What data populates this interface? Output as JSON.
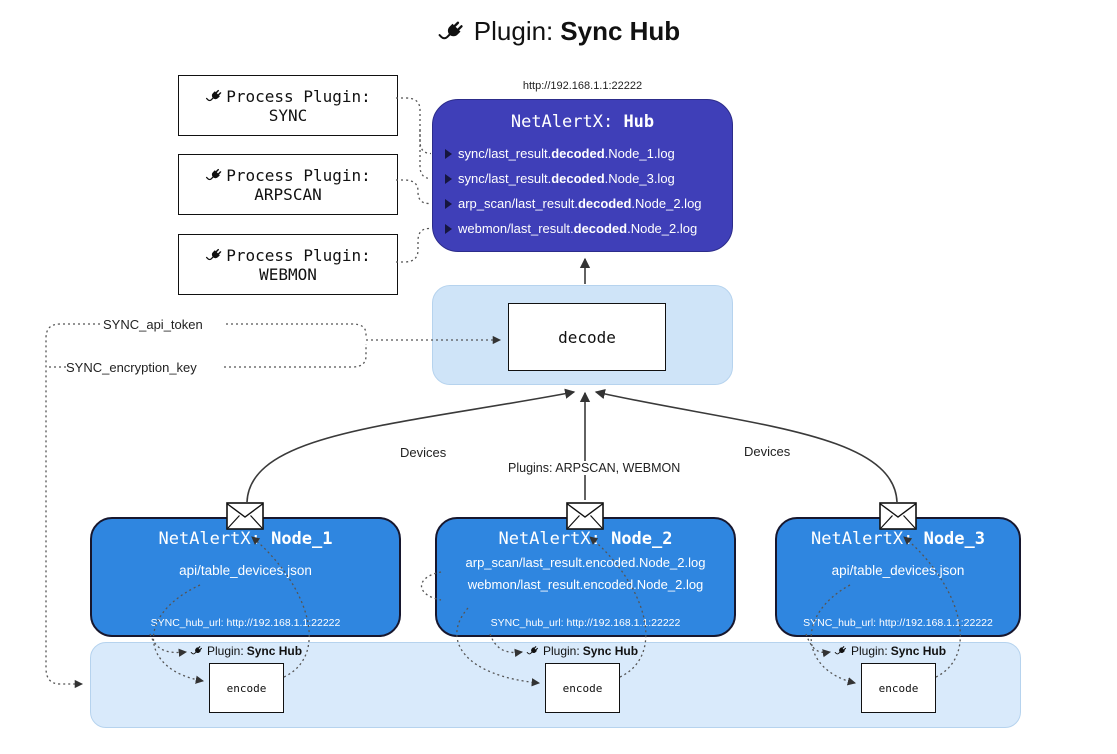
{
  "title": {
    "prefix": "Plugin: ",
    "bold": "Sync Hub"
  },
  "icons": {
    "plug": "🔌",
    "envelope": "✉",
    "arrowhead": "▶"
  },
  "process_plugins": [
    {
      "label": "Process Plugin:",
      "name": "SYNC"
    },
    {
      "label": "Process Plugin:",
      "name": "ARPSCAN"
    },
    {
      "label": "Process Plugin:",
      "name": "WEBMON"
    }
  ],
  "hub": {
    "url": "http://192.168.1.1:22222",
    "title_prefix": "NetAlertX: ",
    "title_bold": "Hub",
    "logs": [
      {
        "pre": "sync/last_result.",
        "bold": "decoded",
        "post": ".Node_1.log"
      },
      {
        "pre": "sync/last_result.",
        "bold": "decoded",
        "post": ".Node_3.log"
      },
      {
        "pre": "arp_scan/last_result.",
        "bold": "decoded",
        "post": ".Node_2.log"
      },
      {
        "pre": "webmon/last_result.",
        "bold": "decoded",
        "post": ".Node_2.log"
      }
    ]
  },
  "decode": {
    "label": "decode"
  },
  "secrets": {
    "api_token": "SYNC_api_token",
    "encryption_key": "SYNC_encryption_key"
  },
  "edge_labels": {
    "left": "Devices",
    "center": "Plugins: ARPSCAN, WEBMON",
    "right": "Devices"
  },
  "nodes": [
    {
      "title_prefix": "NetAlertX: ",
      "title_bold": "Node_1",
      "files": [
        "api/table_devices.json"
      ],
      "hub_url": "SYNC_hub_url: http://192.168.1.1:22222"
    },
    {
      "title_prefix": "NetAlertX: ",
      "title_bold": "Node_2",
      "files": [
        "arp_scan/last_result.encoded.Node_2.log",
        "webmon/last_result.encoded.Node_2.log"
      ],
      "hub_url": "SYNC_hub_url: http://192.168.1.1:22222"
    },
    {
      "title_prefix": "NetAlertX: ",
      "title_bold": "Node_3",
      "files": [
        "api/table_devices.json"
      ],
      "hub_url": "SYNC_hub_url: http://192.168.1.1:22222"
    }
  ],
  "encoders": [
    {
      "plugin_prefix": "Plugin: ",
      "plugin_bold": "Sync Hub",
      "label": "encode"
    },
    {
      "plugin_prefix": "Plugin: ",
      "plugin_bold": "Sync Hub",
      "label": "encode"
    },
    {
      "plugin_prefix": "Plugin: ",
      "plugin_bold": "Sync Hub",
      "label": "encode"
    }
  ],
  "colors": {
    "hub_fill": "#3f3fb8",
    "node_fill": "#2f86e0",
    "container_fill": "#d9eafb",
    "text_on_blue": "#ffffff",
    "connector": "#555555"
  }
}
